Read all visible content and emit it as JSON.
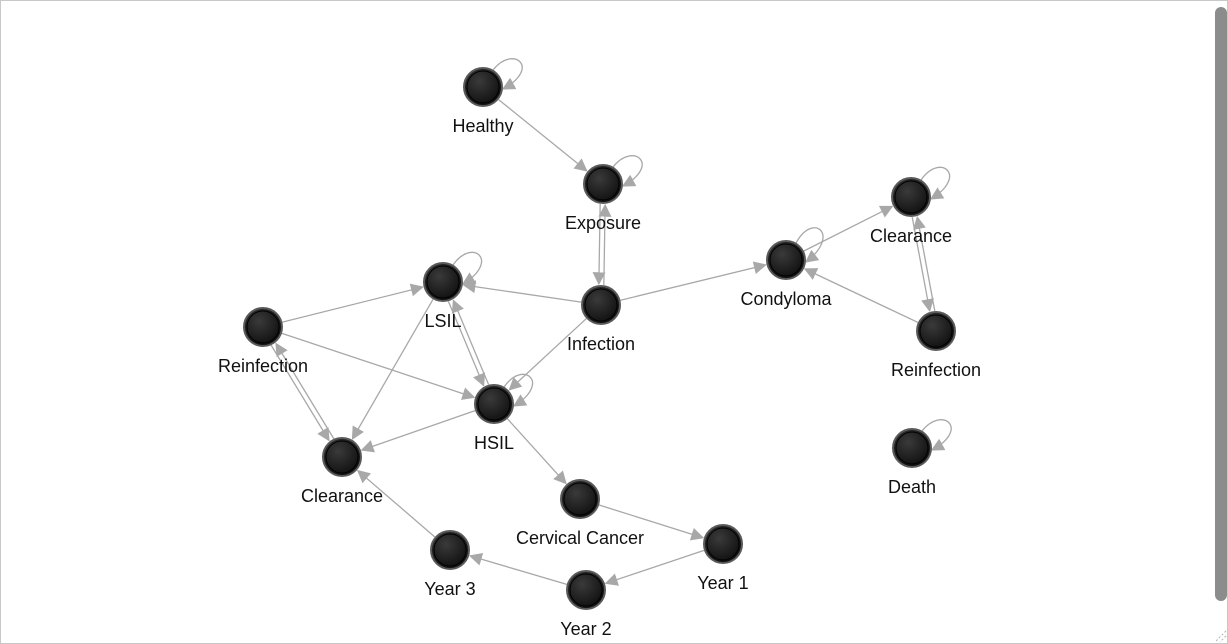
{
  "colors": {
    "node_fill": "#151515",
    "node_stroke": "#5a5a5a",
    "edge": "#a8a8a8",
    "label": "#111111"
  },
  "nodes": [
    {
      "id": "healthy",
      "label": "Healthy",
      "self_loop": true
    },
    {
      "id": "exposure",
      "label": "Exposure",
      "self_loop": true
    },
    {
      "id": "infection",
      "label": "Infection",
      "self_loop": false
    },
    {
      "id": "lsil",
      "label": "LSIL",
      "self_loop": true
    },
    {
      "id": "hsil",
      "label": "HSIL",
      "self_loop": true
    },
    {
      "id": "reinfection_left",
      "label": "Reinfection",
      "self_loop": false
    },
    {
      "id": "clearance_left",
      "label": "Clearance",
      "self_loop": false
    },
    {
      "id": "cervical_cancer",
      "label": "Cervical Cancer",
      "self_loop": false
    },
    {
      "id": "year1",
      "label": "Year 1",
      "self_loop": false
    },
    {
      "id": "year2",
      "label": "Year 2",
      "self_loop": false
    },
    {
      "id": "year3",
      "label": "Year 3",
      "self_loop": false
    },
    {
      "id": "condyloma",
      "label": "Condyloma",
      "self_loop": true
    },
    {
      "id": "clearance_right",
      "label": "Clearance",
      "self_loop": true
    },
    {
      "id": "reinfection_right",
      "label": "Reinfection",
      "self_loop": false
    },
    {
      "id": "death",
      "label": "Death",
      "self_loop": true
    }
  ],
  "edges": [
    {
      "from": "healthy",
      "to": "exposure"
    },
    {
      "from": "exposure",
      "to": "infection"
    },
    {
      "from": "infection",
      "to": "exposure"
    },
    {
      "from": "infection",
      "to": "lsil"
    },
    {
      "from": "infection",
      "to": "hsil"
    },
    {
      "from": "infection",
      "to": "condyloma"
    },
    {
      "from": "lsil",
      "to": "hsil"
    },
    {
      "from": "hsil",
      "to": "lsil"
    },
    {
      "from": "lsil",
      "to": "clearance_left"
    },
    {
      "from": "hsil",
      "to": "clearance_left"
    },
    {
      "from": "hsil",
      "to": "cervical_cancer"
    },
    {
      "from": "reinfection_left",
      "to": "lsil"
    },
    {
      "from": "reinfection_left",
      "to": "hsil"
    },
    {
      "from": "reinfection_left",
      "to": "clearance_left"
    },
    {
      "from": "clearance_left",
      "to": "reinfection_left"
    },
    {
      "from": "cervical_cancer",
      "to": "year1"
    },
    {
      "from": "year1",
      "to": "year2"
    },
    {
      "from": "year2",
      "to": "year3"
    },
    {
      "from": "year3",
      "to": "clearance_left"
    },
    {
      "from": "condyloma",
      "to": "clearance_right"
    },
    {
      "from": "clearance_right",
      "to": "reinfection_right"
    },
    {
      "from": "reinfection_right",
      "to": "clearance_right"
    },
    {
      "from": "reinfection_right",
      "to": "condyloma"
    }
  ]
}
